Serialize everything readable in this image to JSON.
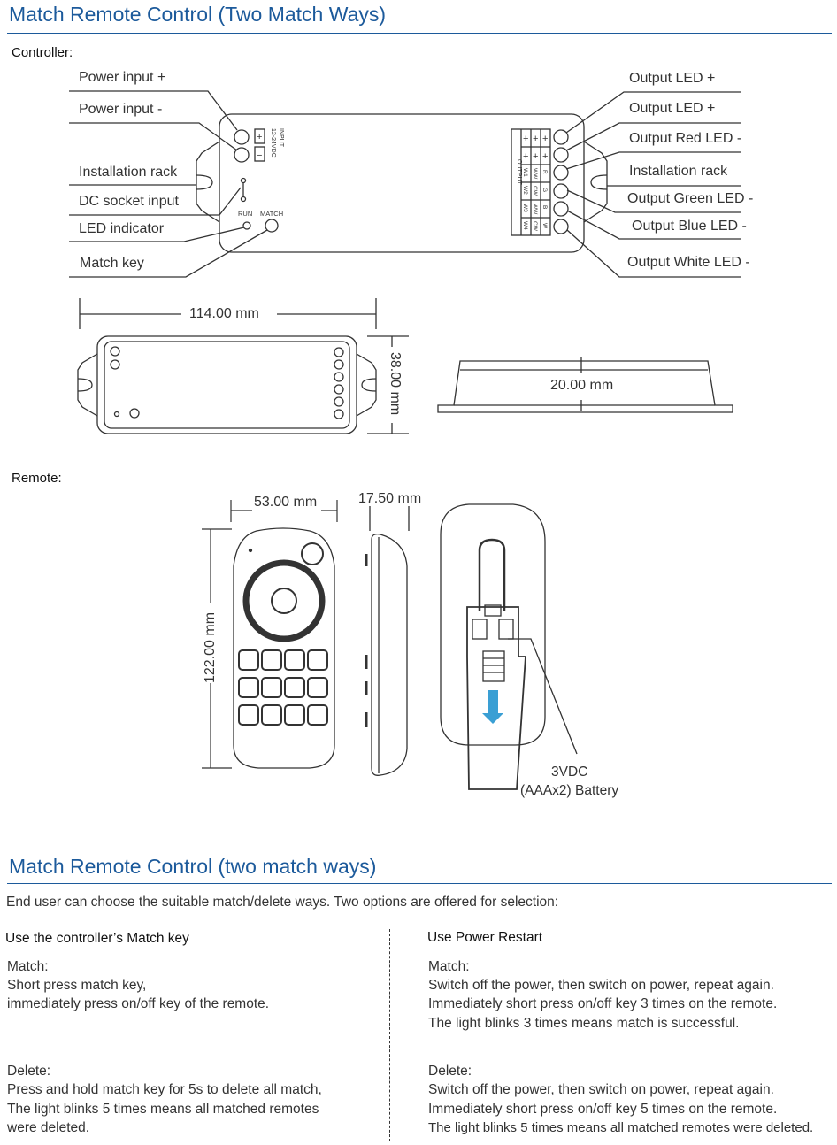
{
  "header": {
    "title": "Match Remote Control (Two Match Ways)"
  },
  "controller": {
    "heading": "Controller:",
    "callouts_left": [
      "Power input +",
      "Power input -",
      "Installation rack",
      "DC socket input",
      "LED indicator",
      "Match key"
    ],
    "callouts_right": [
      "Output LED +",
      "Output LED +",
      "Output Red LED -",
      "Installation rack",
      "Output Green LED -",
      "Output Blue LED -",
      "Output White LED -"
    ],
    "labels": {
      "input": "INPUT",
      "voltage": "12-24VDC",
      "plus": "+",
      "minus": "−",
      "run": "RUN",
      "match": "MATCH",
      "output": "OUTPUT",
      "pin_col1": [
        "W1",
        "W2",
        "W3",
        "W4"
      ],
      "pin_col2": [
        "WW",
        "CW",
        "WW",
        "CW"
      ],
      "pin_col3": [
        "R",
        "G",
        "B",
        "W"
      ]
    },
    "dimensions": {
      "width": "114.00 mm",
      "height": "38.00 mm",
      "depth": "20.00 mm"
    }
  },
  "remote": {
    "heading": "Remote:",
    "dimensions": {
      "width": "53.00 mm",
      "depth": "17.50 mm",
      "height": "122.00 mm"
    },
    "battery_label": [
      "3VDC",
      "(AAAx2) Battery"
    ]
  },
  "section2": {
    "title": "Match Remote Control (two match ways)",
    "intro": "End user can choose the suitable match/delete ways. Two options are offered for selection:",
    "left": {
      "heading": "Use the controller’s Match key",
      "match_title": "Match:",
      "match_lines": [
        "Short press match key,",
        "immediately press on/off key of the remote."
      ],
      "delete_title": "Delete:",
      "delete_lines": [
        "Press and hold match key for 5s to delete all match,",
        "The light blinks 5 times means all matched remotes",
        "were deleted."
      ]
    },
    "right": {
      "heading": "Use Power Restart",
      "match_title": "Match:",
      "match_lines": [
        "Switch off the power, then switch on power, repeat again.",
        "Immediately short press on/off key 3 times on the remote.",
        "The light blinks 3 times means match is successful."
      ],
      "delete_title": "Delete:",
      "delete_lines": [
        "Switch off the power, then switch on power, repeat again.",
        "Immediately short press on/off key 5 times on the remote.",
        "The light blinks 5 times means all matched remotes were deleted."
      ]
    }
  }
}
